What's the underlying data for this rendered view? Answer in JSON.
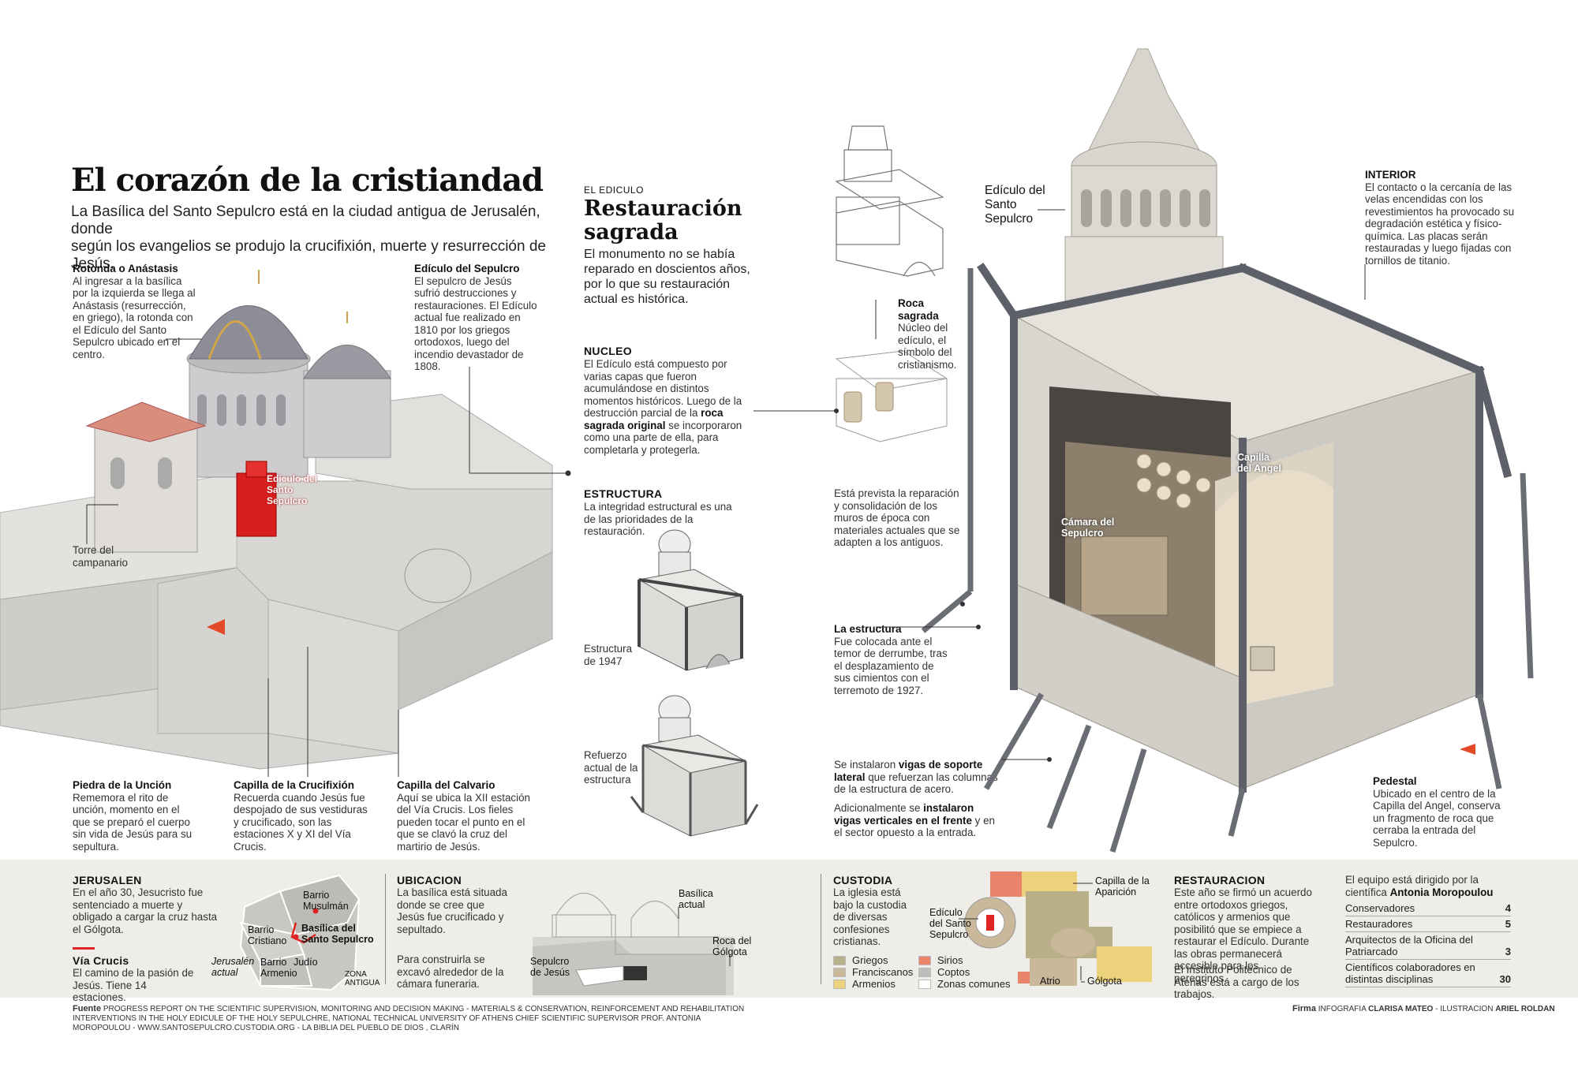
{
  "title": "El corazón de la cristiandad",
  "lead": {
    "line1": "La Basílica del Santo Sepulcro está en la ciudad antigua de Jerusalén, donde",
    "line2": "según los evangelios se produjo la crucifixión, muerte y resurrección de Jesús."
  },
  "basilica": {
    "rotonda": {
      "title": "Rotonda o Anástasis",
      "text": "Al ingresar a la basílica por la izquierda se llega al Anástasis (resurrección, en griego), la rotonda con el Edículo del Santo Sepulcro ubicado en el centro."
    },
    "ediculo_sepulcro": {
      "title": "Edículo del Sepulcro",
      "text": "El sepulcro de Jesús sufrió destrucciones y restauraciones. El Edículo actual fue realizado en 1810 por los griegos ortodoxos, luego del incendio devastador de 1808."
    },
    "torre": "Torre del campanario",
    "ediculo_red_label": "Edículo del Santo Sepulcro",
    "piedra": {
      "title": "Piedra de la Unción",
      "text": "Rememora el rito de unción, momento en el que se preparó el cuerpo sin vida de Jesús para su sepultura."
    },
    "crucifixion": {
      "title": "Capilla de la Crucifixión",
      "text": "Recuerda cuando Jesús fue despojado de sus vestiduras y crucificado, son las estaciones X y XI del Vía Crucis."
    },
    "calvario": {
      "title": "Capilla del Calvario",
      "text": "Aquí se ubica la XII estación del Vía Crucis. Los fieles pueden tocar el punto en el que se clavó la cruz del martirio de Jesús."
    }
  },
  "ediculo_section": {
    "kicker": "EL EDICULO",
    "title_line1": "Restauración",
    "title_line2": "sagrada",
    "lead": "El monumento no se había reparado en doscientos años, por lo que su restauración actual es histórica.",
    "nucleo": {
      "title": "NUCLEO",
      "text_a": "El Edículo está compuesto por varias capas que fueron acumulándose en distintos momentos históricos. Luego de la destrucción parcial de la",
      "bold": "roca sagrada original",
      "text_b": "se incorporaron como una parte de ella, para completarla y protegerla."
    },
    "estructura": {
      "title": "ESTRUCTURA",
      "text": "La integridad estructural es una de las prioridades de la restauración."
    },
    "estructura_1947": "Estructura de 1947",
    "refuerzo": "Refuerzo actual de la estructura",
    "roca_sagrada": {
      "title": "Roca sagrada",
      "text": "Núcleo del edículo, el símbolo del cristianismo."
    },
    "reparacion": "Está prevista la reparación y consolidación de los muros de época con materiales actuales que se adapten a los antiguos.",
    "la_estructura": {
      "title": "La estructura",
      "text": "Fue colocada ante el temor de derrumbe, tras el desplazamiento de sus cimientos con el terremoto de 1927."
    },
    "vigas1": {
      "pre": "Se instalaron",
      "bold": "vigas de soporte lateral",
      "post": "que refuerzan las columnas de la estructura de acero."
    },
    "vigas2": {
      "pre": "Adicionalmente se",
      "bold": "instalaron vigas verticales en el frente",
      "post": "y en el sector opuesto a la entrada."
    },
    "big_label": "Edículo del Santo Sepulcro",
    "interior": {
      "title": "INTERIOR",
      "text": "El contacto o la cercanía de las velas encendidas con los revestimientos ha provocado su degradación estética y físico-química. Las placas serán restauradas y luego fijadas con tornillos de titanio."
    },
    "capilla_angel": "Capilla del Angel",
    "camara": "Cámara del Sepulcro",
    "pedestal": {
      "title": "Pedestal",
      "text": "Ubicado en el centro de la Capilla del Angel, conserva un fragmento de roca que cerraba la entrada del Sepulcro."
    }
  },
  "bottom": {
    "jerusalen": {
      "title": "JERUSALEN",
      "text": "En el año 30, Jesucristo fue sentenciado a muerte y obligado a cargar la cruz hasta el Gólgota."
    },
    "via_crucis": {
      "title": "Vía Crucis",
      "text": "El camino de la pasión de Jesús. Tiene 14 estaciones."
    },
    "map_labels": {
      "musulman": "Barrio Musulmán",
      "cristiano": "Barrio Cristiano",
      "armenio": "Barrio Armenio",
      "judio": "Judío",
      "basilica": "Basílica del Santo Sepulcro",
      "jerusalen_actual": "Jerusalén actual",
      "zona": "ZONA ANTIGUA"
    },
    "ubicacion": {
      "title": "UBICACION",
      "text1": "La basílica está situada donde se cree que Jesús fue crucificado y sepultado.",
      "text2": "Para construirla se excavó alrededor de la cámara funeraria."
    },
    "ubic_labels": {
      "basilica": "Basílica actual",
      "roca": "Roca del Gólgota",
      "sepulcro": "Sepulcro de Jesús"
    },
    "custodia": {
      "title": "CUSTODIA",
      "text": "La iglesia está bajo la custodia de diversas confesiones cristianas."
    },
    "legend": [
      {
        "label": "Griegos",
        "color": "#b9b08a"
      },
      {
        "label": "Franciscanos",
        "color": "#c9b99a"
      },
      {
        "label": "Armenios",
        "color": "#ecd27a"
      },
      {
        "label": "Sirios",
        "color": "#e9836a"
      },
      {
        "label": "Coptos",
        "color": "#bdbdbd"
      },
      {
        "label": "Zonas comunes",
        "color": "#ffffff"
      }
    ],
    "plan_labels": {
      "ediculo": "Edículo del Santo Sepulcro",
      "aparicion": "Capilla de la Aparición",
      "atrio": "Atrio",
      "golgota": "Gólgota"
    },
    "restauracion": {
      "title": "RESTAURACION",
      "text1": "Este año se firmó un acuerdo entre ortodoxos griegos, católicos y armenios que posibilitó que se empiece a restaurar el Edículo. Durante las obras permanecerá accesible para los peregrinos.",
      "text2": "El Instituto Politécnico de Atenas está a cargo de los trabajos."
    },
    "team": {
      "head_pre": "El equipo está dirigido por la científica",
      "head_bold": "Antonia Moropoulou",
      "rows": [
        {
          "label": "Conservadores",
          "value": "4"
        },
        {
          "label": "Restauradores",
          "value": "5"
        },
        {
          "label": "Arquitectos de la Oficina del Patriarcado",
          "value": "3"
        },
        {
          "label": "Científicos colaboradores en distintas disciplinas",
          "value": "30"
        }
      ]
    }
  },
  "footer": {
    "fuente_label": "Fuente",
    "fuente_text": "PROGRESS REPORT ON THE SCIENTIFIC SUPERVISION, MONITORING AND DECISION MAKING - MATERIALS & CONSERVATION, REINFORCEMENT AND REHABILITATION INTERVENTIONS IN THE HOLY EDICULE OF THE HOLY SEPULCHRE, NATIONAL TECHNICAL UNIVERSITY OF ATHENS CHIEF SCIENTIFIC SUPERVISOR PROF. ANTONIA MOROPOULOU - WWW.SANTOSEPULCRO.CUSTODIA.ORG - LA BIBLIA DEL PUEBLO DE DIOS , CLARÍN",
    "firma_label": "Firma",
    "firma_pre": "INFOGRAFIA",
    "firma_name1": "CLARISA MATEO",
    "firma_mid": "- ILUSTRACION",
    "firma_name2": "ARIEL ROLDAN"
  }
}
